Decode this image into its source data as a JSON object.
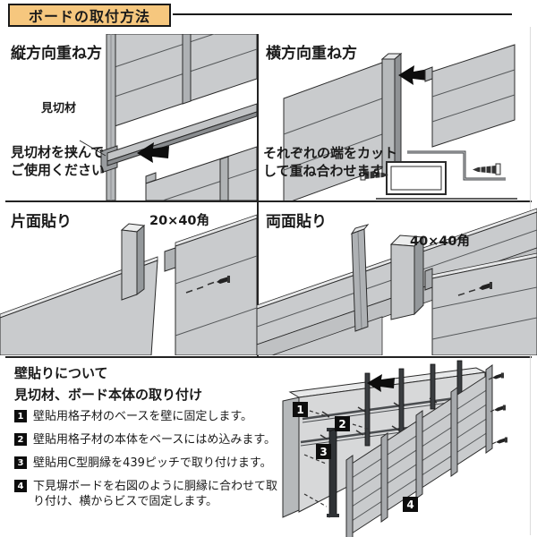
{
  "header": {
    "title": "ボードの取付方法",
    "accent_color": "#f6c77e"
  },
  "panels": {
    "vertical": {
      "title": "縦方向重ね方",
      "callout": "見切材",
      "note_line1": "見切材を挟んで",
      "note_line2": "ご使用ください"
    },
    "horizontal": {
      "title": "横方向重ね方",
      "note_line1": "それぞれの端をカット",
      "note_line2": "して重ね合わせます"
    },
    "single_side": {
      "title": "片面貼り",
      "size_label": "20×40角"
    },
    "double_side": {
      "title": "両面貼り",
      "size_label": "40×40角"
    }
  },
  "wall_section": {
    "heading": "壁貼りについて",
    "subheading": "見切材、ボード本体の取り付け",
    "steps": [
      {
        "num": "1",
        "text": "壁貼用格子材のベースを壁に固定します。"
      },
      {
        "num": "2",
        "text": "壁貼用格子材の本体をベースにはめ込みます。"
      },
      {
        "num": "3",
        "text": "壁貼用C型胴縁を439ピッチで取り付けます。"
      },
      {
        "num": "4",
        "text": "下見塀ボードを右図のように胴縁に合わせて取り付け、横からビスで固定します。"
      }
    ],
    "diagram_badges": [
      "1",
      "2",
      "3",
      "4"
    ]
  }
}
